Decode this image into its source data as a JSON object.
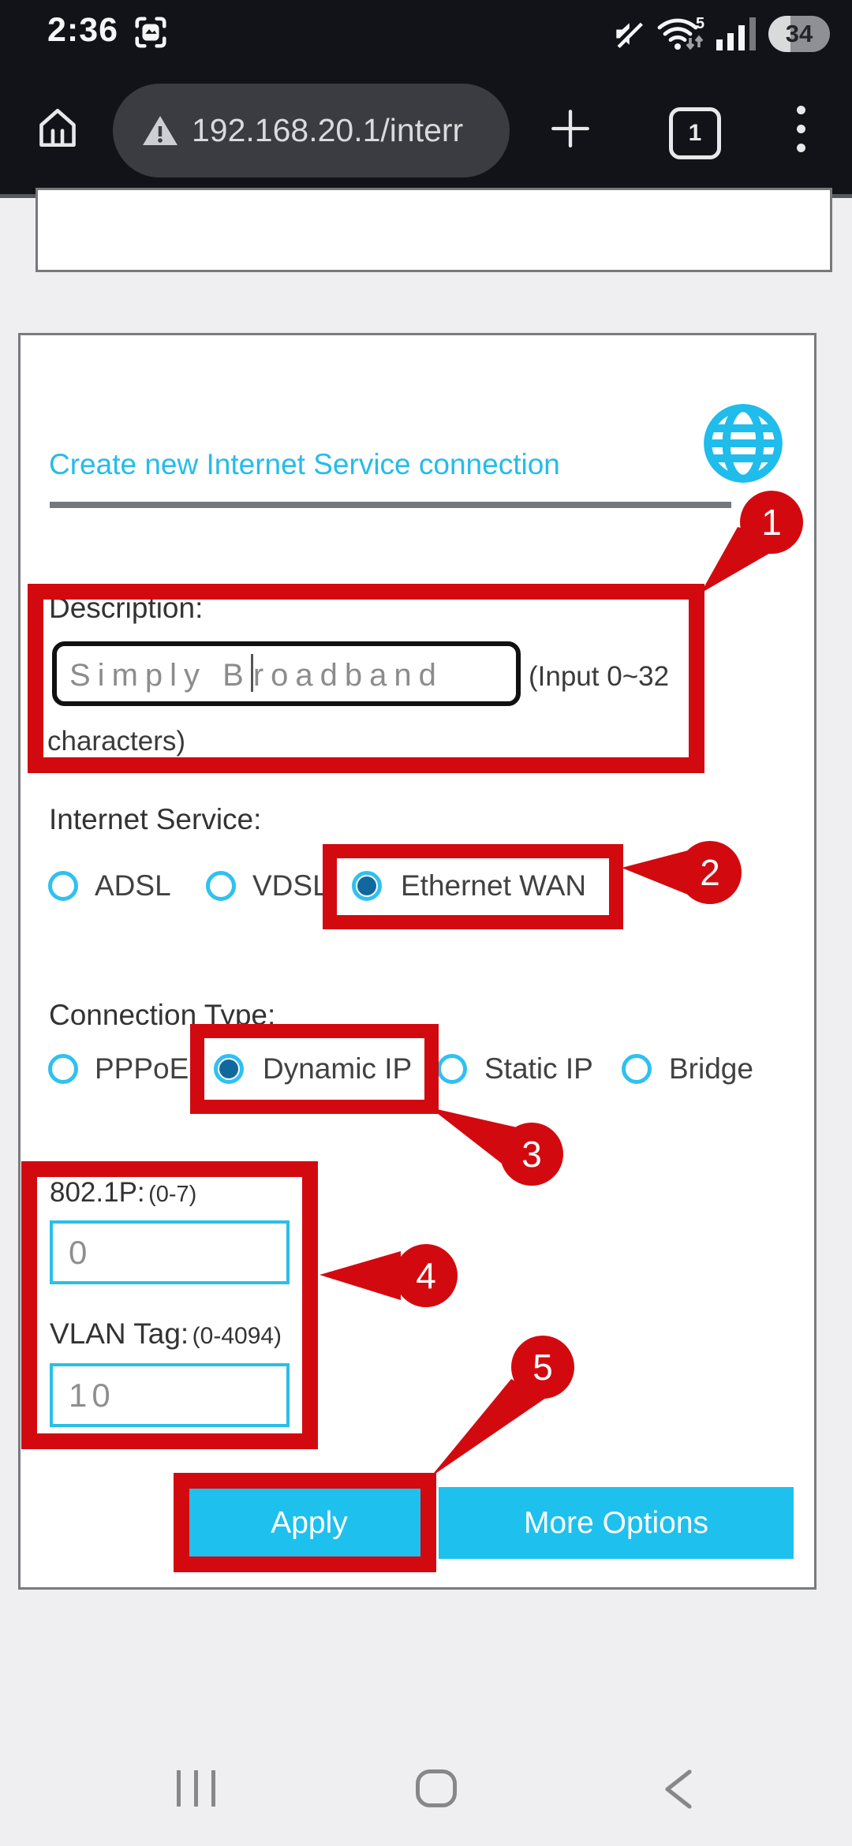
{
  "status_bar": {
    "time": "2:36",
    "battery_level": "34",
    "wifi_generation": "5",
    "icons": [
      "screenshot-icon",
      "mute-icon",
      "wifi-icon",
      "signal-icon",
      "battery-indicator"
    ]
  },
  "toolbar": {
    "url": "192.168.20.1/interr",
    "tab_count": "1",
    "icons": [
      "home-icon",
      "warning-triangle-icon",
      "new-tab-plus-icon",
      "tab-switcher-icon",
      "kebab-menu-icon"
    ]
  },
  "page": {
    "card_title": "Create new Internet Service connection",
    "header_icon": "globe-icon",
    "description": {
      "label": "Description:",
      "value": "Simply Broadband",
      "value_before_caret": "Simply B",
      "value_after_caret": "roadband",
      "hint_line1": "(Input 0~32",
      "hint_line2": "characters)"
    },
    "internet_service": {
      "label": "Internet Service:",
      "options": [
        {
          "label": "ADSL",
          "selected": false
        },
        {
          "label": "VDSL",
          "selected": false
        },
        {
          "label": "Ethernet WAN",
          "selected": true
        }
      ]
    },
    "connection_type": {
      "label": "Connection Type:",
      "options": [
        {
          "label": "PPPoE",
          "selected": false
        },
        {
          "label": "Dynamic IP",
          "selected": true
        },
        {
          "label": "Static IP",
          "selected": false
        },
        {
          "label": "Bridge",
          "selected": false
        }
      ]
    },
    "vlan_section": {
      "p8021_label": "802.1P:",
      "p8021_range": "(0-7)",
      "p8021_value": "0",
      "vlan_label": "VLAN Tag:",
      "vlan_range": "(0-4094)",
      "vlan_value": "10"
    },
    "buttons": {
      "apply": "Apply",
      "more_options": "More Options"
    }
  },
  "callouts": {
    "c1": "1",
    "c2": "2",
    "c3": "3",
    "c4": "4",
    "c5": "5"
  },
  "system_nav": [
    "recents-icon",
    "home-nav-icon",
    "back-icon"
  ],
  "colors": {
    "annotation_red": "#d20a10",
    "accent_cyan": "#1ec0ed",
    "title_cyan": "#25bce9",
    "radio_ring_cyan": "#2fc1f0",
    "radio_selected_blue": "#11689f",
    "toolbar_dark": "#121318",
    "page_background": "#efeef0"
  }
}
